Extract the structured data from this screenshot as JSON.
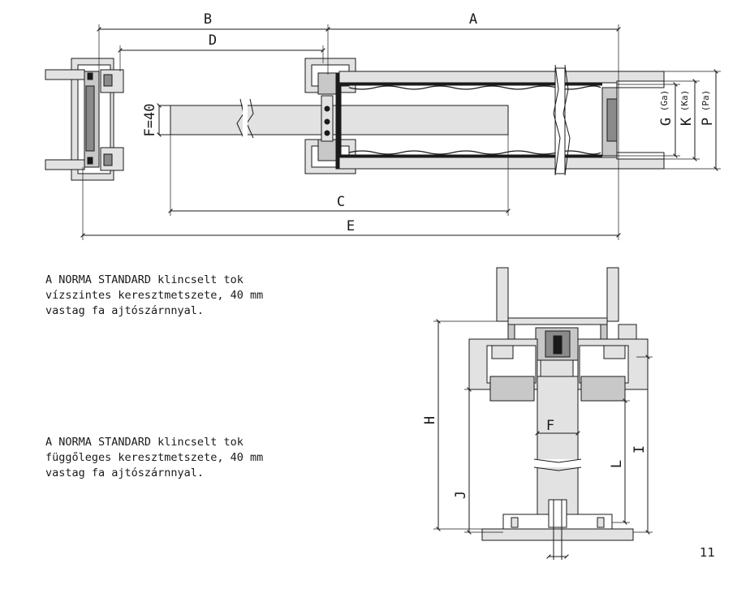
{
  "horizontal_section": {
    "labels": {
      "a": "A",
      "b": "B",
      "c": "C",
      "d": "D",
      "e": "E",
      "f40": "F=40",
      "g": "G",
      "ga": "(Ga)",
      "k": "K",
      "ka": "(Ka)",
      "p": "P",
      "pa": "(Pa)"
    },
    "caption": "A NORMA STANDARD klincselt tok\nvízszintes keresztmetszete, 40 mm\nvastag fa ajtószárnnyal."
  },
  "vertical_section": {
    "labels": {
      "h": "H",
      "f": "F",
      "i": "I",
      "l": "L",
      "j": "J"
    },
    "caption": "A NORMA STANDARD klincselt tok\nfüggőleges keresztmetszete, 40 mm\nvastag fa ajtószárnnyal."
  },
  "page_number": "11",
  "colors": {
    "line": "#1a1a1a",
    "fill_light": "#e2e2e2",
    "fill_mid": "#c8c8c8",
    "fill_dark": "#8a8a8a"
  }
}
